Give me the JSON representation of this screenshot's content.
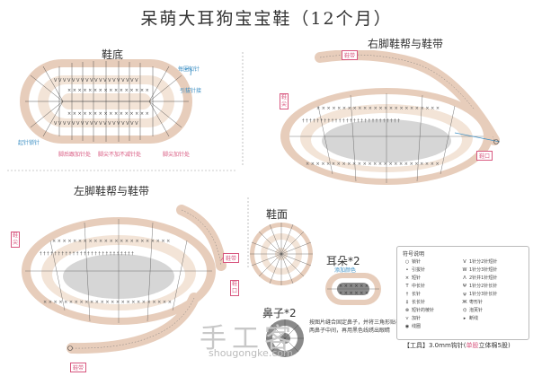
{
  "title": "呆萌大耳狗宝宝鞋（12个月）",
  "sections": {
    "sole": "鞋底",
    "right": "右脚鞋帮与鞋带",
    "left": "左脚鞋帮与鞋带",
    "face": "鞋面",
    "ear": "耳朵*2",
    "nose": "鼻子*2"
  },
  "sole_labels": {
    "start": "起针锁针",
    "inc_mark": "每圈加针",
    "end_mark": "引拔针接",
    "heel": "脚后跟加针处",
    "toe_keep": "脚尖不加不减针处",
    "toe_inc": "脚尖加针处"
  },
  "ear_label": "添加颜色",
  "tags": {
    "strap_r": "鞋带",
    "hole_r": "鞋口",
    "side_r": "鞋尖",
    "strap_l": "鞋带",
    "hole_l": "鞋口",
    "side_l": "鞋尖",
    "bottom_l": "鞋带"
  },
  "legend": {
    "title": "符号说明",
    "items": [
      {
        "sym": "○",
        "text": "锁针"
      },
      {
        "sym": "•",
        "text": "引拔针"
      },
      {
        "sym": "×",
        "text": "短针"
      },
      {
        "sym": "T",
        "text": "中长针"
      },
      {
        "sym": "†",
        "text": "长针"
      },
      {
        "sym": "‡",
        "text": "长长针"
      },
      {
        "sym": "⊗",
        "text": "短针的棱针"
      },
      {
        "sym": "⋎",
        "text": "加针"
      },
      {
        "sym": "◉",
        "text": "线圈"
      },
      {
        "sym": "V",
        "text": "1针分2针短针"
      },
      {
        "sym": "W",
        "text": "1针分3针短针"
      },
      {
        "sym": "Λ",
        "text": "2针并1针短针"
      },
      {
        "sym": "Ψ",
        "text": "1针分2针长针"
      },
      {
        "sym": "ψ",
        "text": "1针分3针长针"
      },
      {
        "sym": "Ж",
        "text": "枣形针"
      },
      {
        "sym": "⌬",
        "text": "泡芙针"
      },
      {
        "sym": "▸",
        "text": "断线"
      }
    ]
  },
  "note": "按图片缝合固定鼻子，并将三角形贴在两鼻子中间，再用黑色线绣出眼睛",
  "tools": {
    "prefix": "【工具】3.0mm钩针(",
    "highlight": "单股",
    "suffix": "立体棉5股)"
  },
  "watermark": "手工客",
  "watermark_url": "shougongke.com"
}
